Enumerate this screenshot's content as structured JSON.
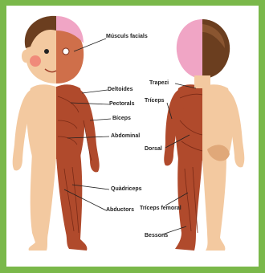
{
  "colors": {
    "frame": "#7ab84a",
    "skin": "#f3c9a0",
    "skin_shadow": "#e0a879",
    "hair": "#6b3e1f",
    "hair_light": "#8a5530",
    "brain": "#f0a5c5",
    "muscle": "#b04a2c",
    "muscle_light": "#cf6f4a",
    "cheek": "#f08a7a",
    "leader_line": "#222222"
  },
  "labels": {
    "facial": "Músculs facials",
    "deltoides": "Deltoides",
    "pectorals": "Pectorals",
    "biceps": "Bíceps",
    "abdominal": "Abdominal",
    "quadriceps": "Quàdriceps",
    "abductors": "Abductors",
    "trapezi": "Trapezi",
    "triceps": "Tríceps",
    "dorsal": "Dorsal",
    "triceps_femoral": "Tríceps femoral",
    "bessons": "Bessons"
  }
}
